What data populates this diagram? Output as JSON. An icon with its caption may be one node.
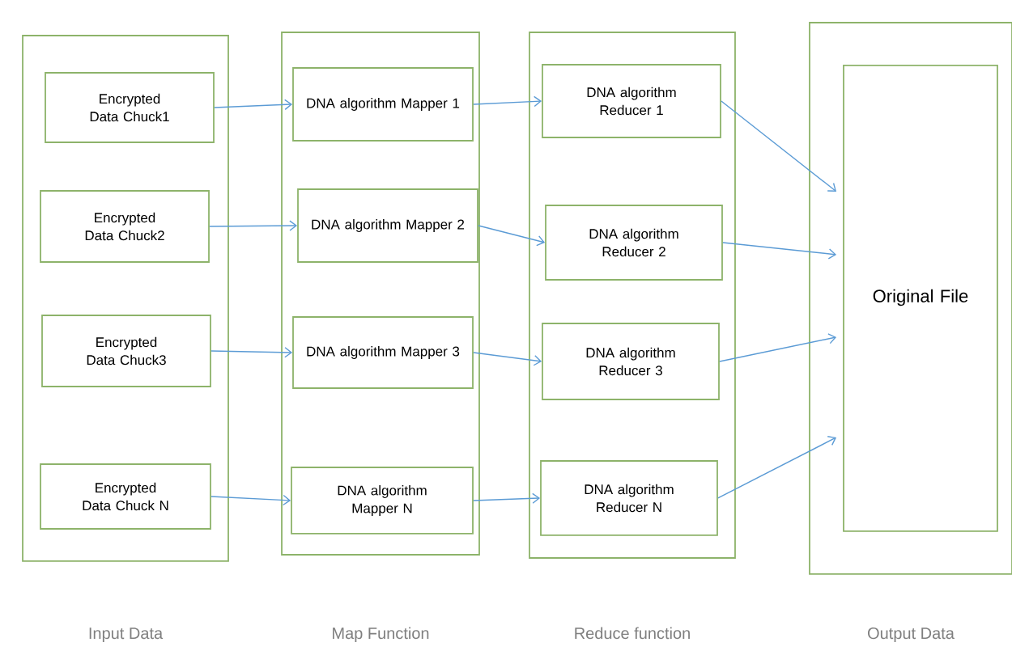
{
  "diagram": {
    "nodes": [
      {
        "text": [
          "Input Data"
        ]
      },
      {
        "text": [
          "Encrypted Data Chuck1"
        ],
        "in": 0
      },
      {
        "text": [
          "Encrypted Data Chuck2"
        ],
        "in": 0
      },
      {
        "text": [
          "Encrypted Data Chuck3"
        ],
        "in": 0
      },
      {
        "text": [
          "Encrypted Data Chuck N"
        ],
        "in": 0
      },
      {
        "text": [
          "Map Function"
        ]
      },
      {
        "text": [
          "DNA algorithm Mapper 1"
        ],
        "in": 5
      },
      {
        "text": [
          "DNA algorithm Mapper 2"
        ],
        "in": 5
      },
      {
        "text": [
          "DNA algorithm Mapper 3"
        ],
        "in": 5
      },
      {
        "text": [
          "DNA algorithm Mapper N"
        ],
        "in": 5
      },
      {
        "text": [
          "Reduce function"
        ]
      },
      {
        "text": [
          "DNA algorithm Reducer 1"
        ],
        "in": 10
      },
      {
        "text": [
          "DNA algorithm Reducer 2"
        ],
        "in": 10
      },
      {
        "text": [
          "DNA algorithm Reducer 3"
        ],
        "in": 10
      },
      {
        "text": [
          "DNA algorithm Reducer N"
        ],
        "in": 10
      },
      {
        "text": [
          "Output Data"
        ]
      },
      {
        "text": [
          "Original File"
        ],
        "in": 15
      }
    ],
    "edges": [
      {
        "from": 1,
        "to": 6,
        "arrow": "to"
      },
      {
        "from": 2,
        "to": 7,
        "arrow": "to"
      },
      {
        "from": 3,
        "to": 8,
        "arrow": "to"
      },
      {
        "from": 4,
        "to": 9,
        "arrow": "to"
      },
      {
        "from": 6,
        "to": 11,
        "arrow": "to"
      },
      {
        "from": 7,
        "to": 12,
        "arrow": "to"
      },
      {
        "from": 8,
        "to": 13,
        "arrow": "to"
      },
      {
        "from": 9,
        "to": 14,
        "arrow": "to"
      },
      {
        "from": 11,
        "to": 16,
        "arrow": "to"
      },
      {
        "from": 12,
        "to": 16,
        "arrow": "to"
      },
      {
        "from": 13,
        "to": 16,
        "arrow": "to"
      },
      {
        "from": 14,
        "to": 16,
        "arrow": "to"
      }
    ]
  }
}
